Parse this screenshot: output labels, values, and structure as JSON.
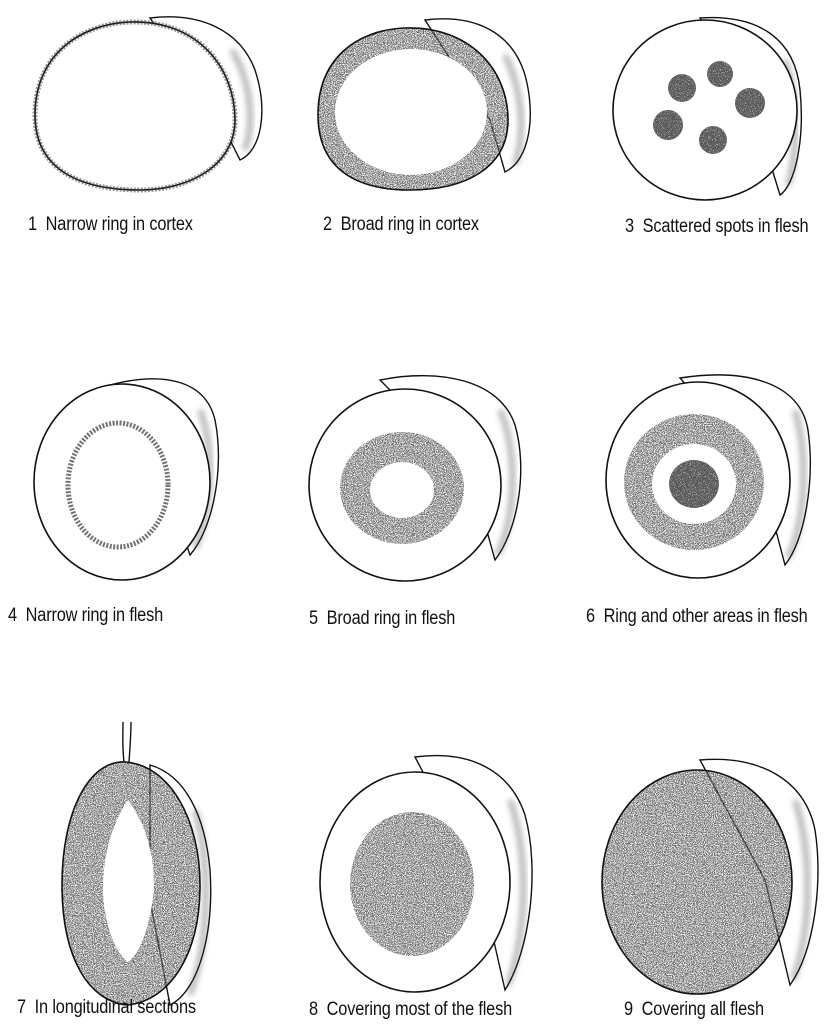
{
  "figures": [
    {
      "number": "1",
      "caption": "Narrow ring in cortex"
    },
    {
      "number": "2",
      "caption": "Broad ring in cortex"
    },
    {
      "number": "3",
      "caption": "Scattered spots in flesh"
    },
    {
      "number": "4",
      "caption": "Narrow ring in flesh"
    },
    {
      "number": "5",
      "caption": "Broad ring in flesh"
    },
    {
      "number": "6",
      "caption": "Ring and other areas in flesh"
    },
    {
      "number": "7",
      "caption": "In longitudinal sections"
    },
    {
      "number": "8",
      "caption": "Covering most of the flesh"
    },
    {
      "number": "9",
      "caption": "Covering all flesh"
    }
  ],
  "colors": {
    "ink": "#111111",
    "stipple": "#3a3a3a",
    "paper": "#ffffff"
  }
}
